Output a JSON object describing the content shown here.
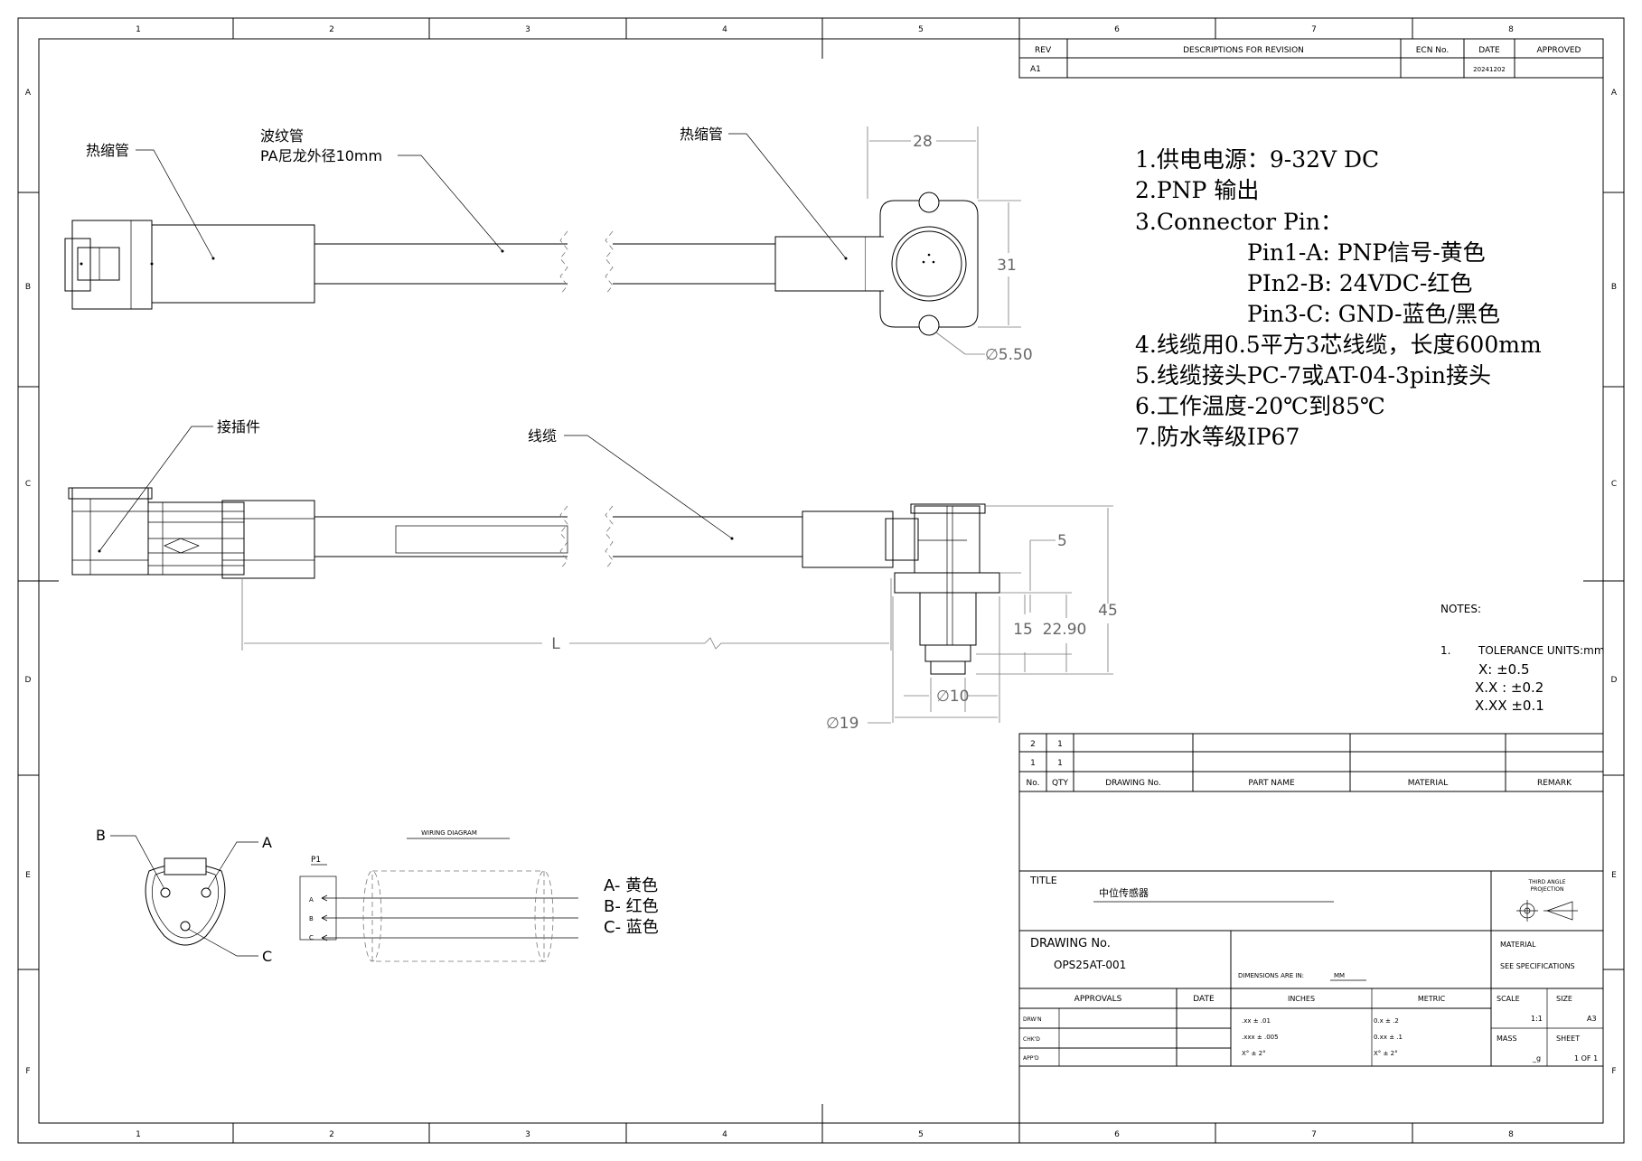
{
  "grid": {
    "columns": [
      "1",
      "2",
      "3",
      "4",
      "5",
      "6",
      "7",
      "8"
    ],
    "rows": [
      "A",
      "B",
      "C",
      "D",
      "E",
      "F"
    ]
  },
  "revision": {
    "headers": [
      "REV",
      "DESCRIPTIONS FOR REVISION",
      "ECN No.",
      "DATE",
      "APPROVED"
    ],
    "row": [
      "A1",
      "",
      "",
      "20241202",
      ""
    ]
  },
  "labels": {
    "heat_shrink_left": "热缩管",
    "corrugated_line1": "波纹管",
    "corrugated_line2": "PA尼龙外径10mm",
    "heat_shrink_right": "热缩管",
    "connector": "接插件",
    "cable": "线缆"
  },
  "dimensions": {
    "width_28": "28",
    "height_31": "31",
    "hole_dia": "∅5.50",
    "d5": "5",
    "d15": "15",
    "d22_90": "22.90",
    "d45": "45",
    "length": "L",
    "dia10": "∅10",
    "dia19": "∅19"
  },
  "notes": [
    "1.供电电源：9-32V DC",
    "2.PNP 输出",
    "3.Connector Pin：",
    "Pin1-A: PNP信号-黄色",
    "PIn2-B: 24VDC-红色",
    "Pin3-C: GND-蓝色/黑色",
    "4.线缆用0.5平方3芯线缆，长度600mm",
    "5.线缆接头PC-7或AT-04-3pin接头",
    "6.工作温度-20℃到85℃",
    "7.防水等级IP67"
  ],
  "tolerance": {
    "title": "NOTES:",
    "item_no": "1.",
    "item_title": "TOLERANCE UNITS:mm",
    "lines": [
      "X: ±0.5",
      "X.X : ±0.2",
      "X.XX ±0.1"
    ]
  },
  "pinout": {
    "b": "B",
    "a": "A",
    "c": "C"
  },
  "wiring": {
    "title": "WIRING DIAGRAM",
    "p1": "P1",
    "pins": [
      "A",
      "B",
      "C"
    ],
    "wires": [
      "A- 黄色",
      "B- 红色",
      "C- 蓝色"
    ]
  },
  "bom": {
    "rows": [
      [
        "2",
        "1"
      ],
      [
        "1",
        "1"
      ]
    ],
    "headers": [
      "No.",
      "QTY",
      "DRAWING No.",
      "PART NAME",
      "MATERIAL",
      "REMARK"
    ]
  },
  "title_block": {
    "title_label": "TITLE",
    "title_value": "中位传感器",
    "projection_line1": "THIRD ANGLE",
    "projection_line2": "PROJECTION",
    "drawing_no_label": "DRAWING No.",
    "drawing_no_value": "OPS25AT-001",
    "dimensions_label": "DIMENSIONS ARE IN:",
    "dimensions_unit": "MM",
    "material_label": "MATERIAL",
    "material_value": "SEE SPECIFICATIONS",
    "approvals": "APPROVALS",
    "date": "DATE",
    "inches": "INCHES",
    "metric": "METRIC",
    "scale_label": "SCALE",
    "scale_value": "1:1",
    "size_label": "SIZE",
    "size_value": "A3",
    "drwn": "DRW'N",
    "chkd": "CHK'D",
    "appd": "APP'D",
    "inch_tol": [
      ".xx ± .01",
      ".xxx ± .005",
      "X° ± 2°"
    ],
    "metric_tol": [
      "0.x ± .2",
      "0.xx ± .1",
      "X° ± 2°"
    ],
    "mass_label": "MASS",
    "mass_value": "_g",
    "sheet_label": "SHEET",
    "sheet_value": "1 OF 1"
  }
}
